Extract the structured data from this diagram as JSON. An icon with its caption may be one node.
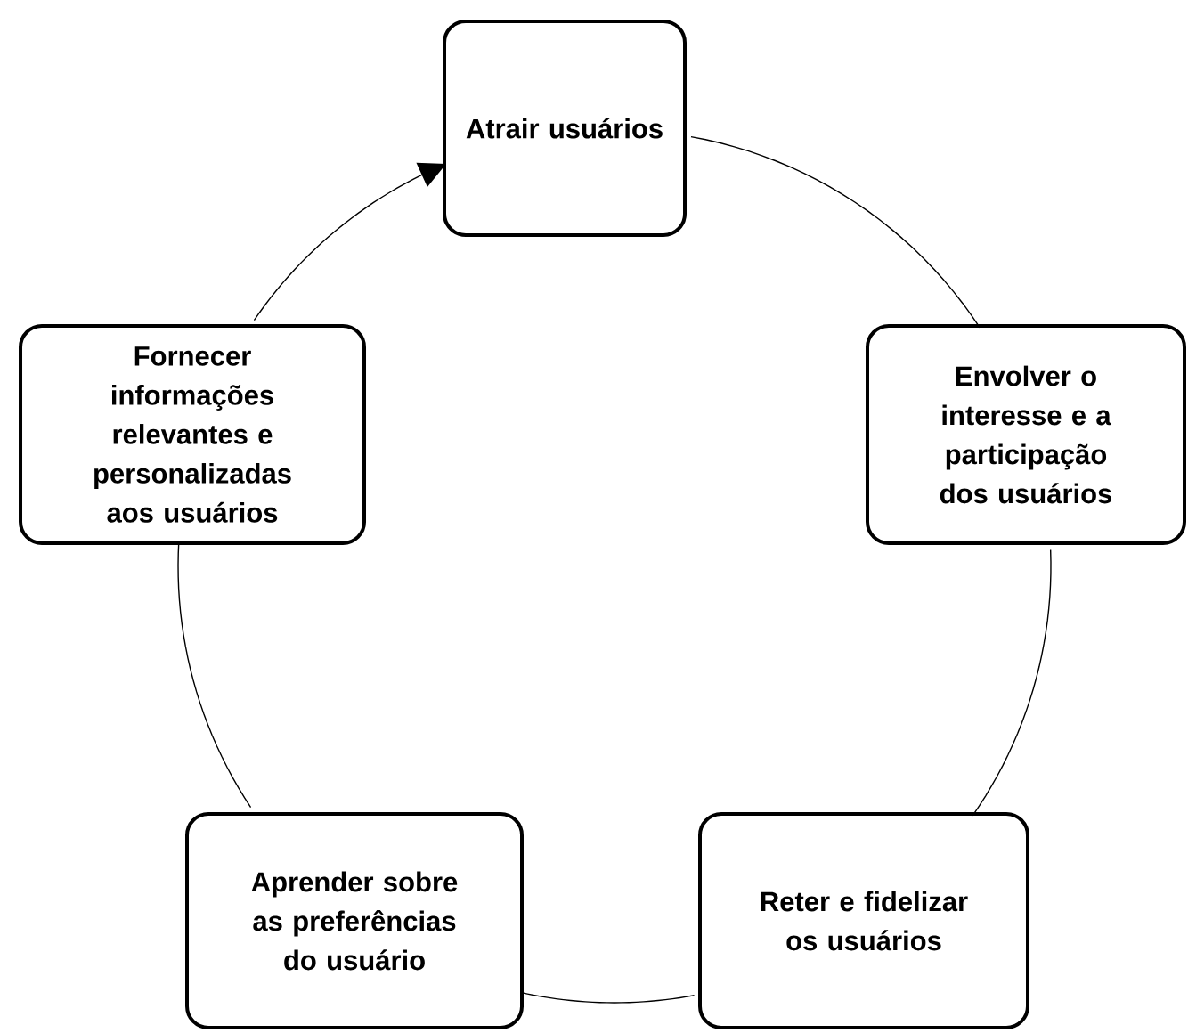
{
  "diagram": {
    "nodes": [
      {
        "text": [
          "Atrair usuários"
        ]
      },
      {
        "text": [
          "Envolver o interesse e a participação dos usuários"
        ]
      },
      {
        "text": [
          "Reter e fidelizar os usuários"
        ]
      },
      {
        "text": [
          "Aprender sobre as preferências do usuário"
        ]
      },
      {
        "text": [
          "Fornecer informações relevantes e personalizadas aos usuários"
        ]
      }
    ],
    "edges": [
      {
        "from": 0,
        "to": 1,
        "arrow": "none"
      },
      {
        "from": 1,
        "to": 2,
        "arrow": "none"
      },
      {
        "from": 2,
        "to": 3,
        "arrow": "none"
      },
      {
        "from": 3,
        "to": 4,
        "arrow": "none"
      },
      {
        "from": 4,
        "to": 0,
        "arrow": "to"
      }
    ]
  }
}
